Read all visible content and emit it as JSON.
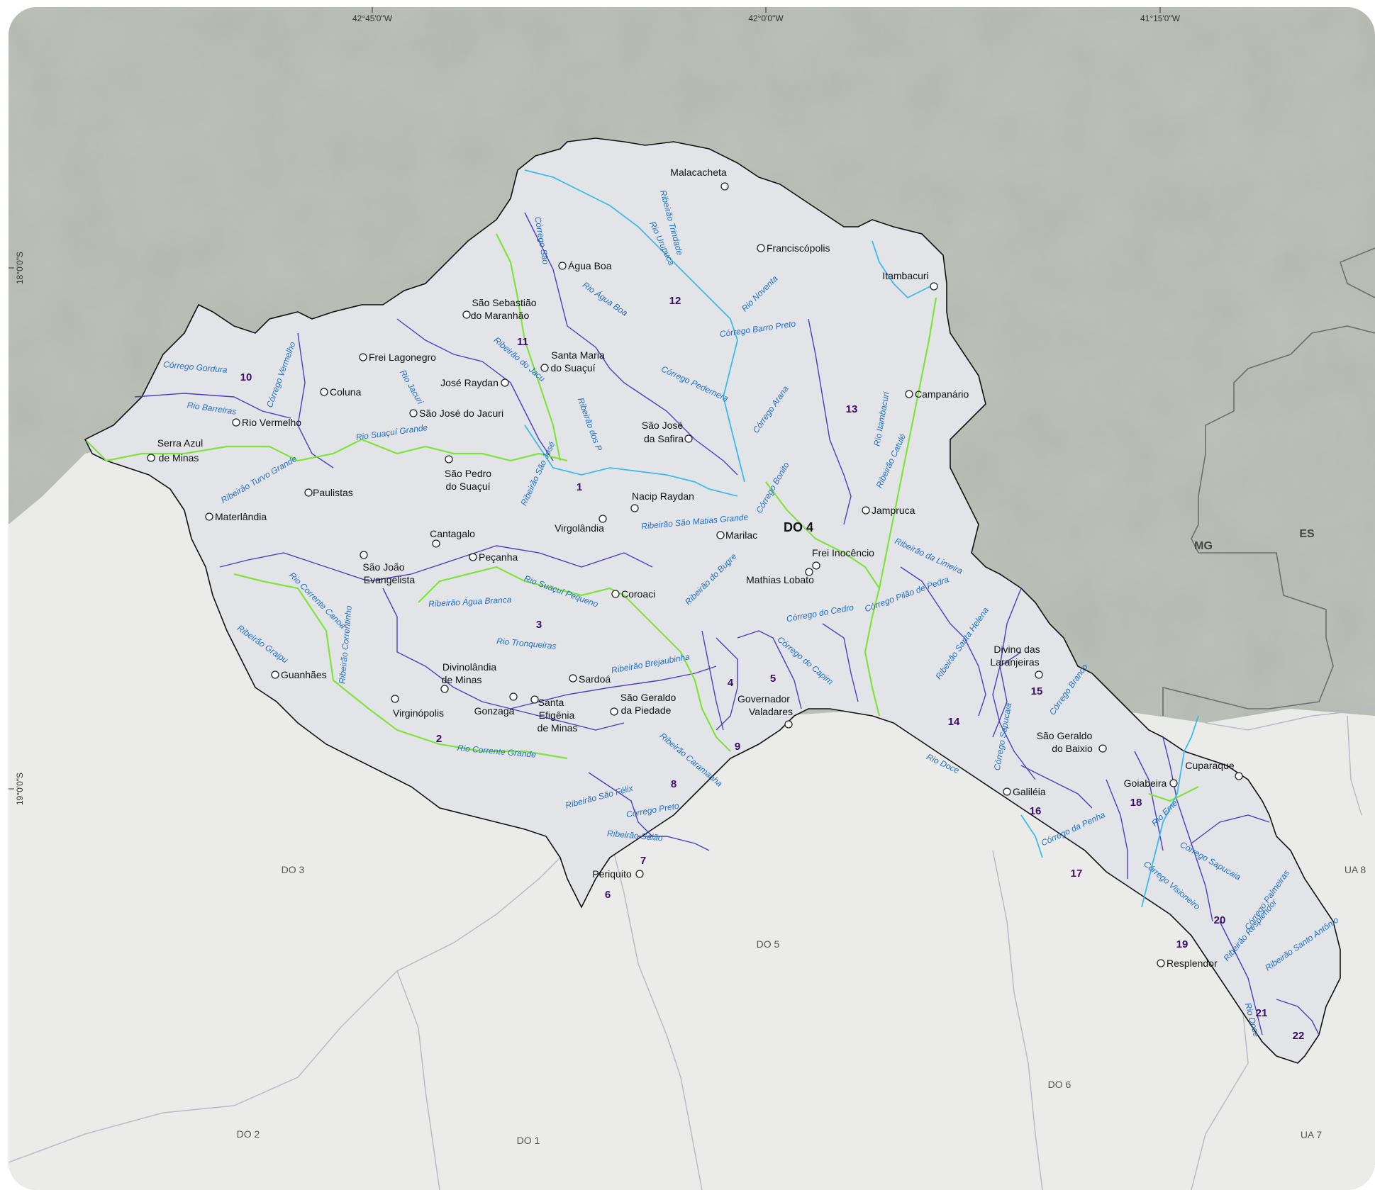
{
  "coords": {
    "top": [
      "42°45'0\"W",
      "42°0'0\"W",
      "41°15'0\"W"
    ],
    "left": [
      "18°0'0\"S",
      "19°0'0\"S"
    ]
  },
  "regions": [
    "DO 3",
    "DO 2",
    "DO 1",
    "DO 5",
    "DO 6",
    "UA 8",
    "UA 7"
  ],
  "states": [
    "MG",
    "ES"
  ],
  "main_label": "DO 4",
  "basins": [
    "1",
    "2",
    "3",
    "4",
    "5",
    "6",
    "7",
    "8",
    "9",
    "10",
    "11",
    "12",
    "13",
    "14",
    "15",
    "16",
    "17",
    "18",
    "19",
    "20",
    "21",
    "22"
  ],
  "cities": [
    "Malacacheta",
    "Franciscópolis",
    "Água Boa",
    "Itambacuri",
    "São Sebastião",
    "do Maranhão",
    "Frei Lagonegro",
    "Santa Maria",
    "do Suaçuí",
    "José Raydan",
    "Coluna",
    "São José do Jacuri",
    "Campanário",
    "Rio Vermelho",
    "Serra Azul",
    "de Minas",
    "São José",
    "da Safira",
    "São Pedro",
    "do Suaçuí",
    "Paulistas",
    "Nacip Raydan",
    "Jampruca",
    "Materlândia",
    "Virgolândia",
    "Marilac",
    "Cantagalo",
    "Peçanha",
    "Frei Inocêncio",
    "São João",
    "Evangelista",
    "Mathias Lobato",
    "Coroaci",
    "Divino das",
    "Laranjeiras",
    "Divinolândia",
    "de Minas",
    "Sardoá",
    "Guanhães",
    "São Geraldo",
    "da Piedade",
    "Governador",
    "Valadares",
    "Santa",
    "Efigênia",
    "de Minas",
    "Virginópolis",
    "Gonzaga",
    "São Geraldo",
    "do Baixio",
    "Cuparaque",
    "Goiabeira",
    "Galiléia",
    "Periquito",
    "Resplendor"
  ],
  "rivers": [
    "Córrego Gordura",
    "Córrego Vermelho",
    "Rio Barreiras",
    "Rio Suaçuí Grande",
    "Ribeirão Turvo Grande",
    "Córrego São",
    "Ribeirão do Jacu",
    "Rio Jacuri",
    "Ribeirão Trindade",
    "Rio Urupuca",
    "Rio Água Boa",
    "Rio Noventa",
    "Córrego Barro Preto",
    "Córrego Pedernera",
    "Córrego Arana",
    "Ribeirão dos P",
    "Ribeirão São José",
    "Rio Itambacuri",
    "Ribeirão Catulé",
    "Córrego Bonito",
    "Ribeirão São Matias Grande",
    "Ribeirão do Bugre",
    "Ribeirão da Limeira",
    "Córrego Pilão de Pedra",
    "Córrego do Cedro",
    "Rio Corrente Canoa",
    "Ribeirão Correntinho",
    "Ribeirão Água Branca",
    "Rio Suaçuí Pequeno",
    "Ribeirão Graipu",
    "Rio Tronqueiras",
    "Ribeirão Brejaubinha",
    "Córrego do Capim",
    "Ribeirão Santa Helena",
    "Córrego Branco",
    "Córrego Sapucaia",
    "Rio Corrente Grande",
    "Ribeirão Caramanha",
    "Ribeirão São Félix",
    "Córrego Preto",
    "Ribeirão Salão",
    "Rio Doce",
    "Córrego da Penha",
    "Rio Eme",
    "Córrego Sapucaia",
    "Córrego Palmeiras",
    "Córrego Visioneiro",
    "Ribeirão Resplendor",
    "Ribeirão Santo Antônio",
    "Rio Doce"
  ],
  "colors": {
    "terrain": "#a3aaa2",
    "lowland": "#eaebe8",
    "basin_fill": "#e4e5e8",
    "border": "#111111",
    "subbasin": "#4a3fc0",
    "main_river": "#7ee43a",
    "tributary": "#3bbbe8",
    "river_label": "#1f6fc4",
    "basin_number": "#3a0d6b"
  }
}
